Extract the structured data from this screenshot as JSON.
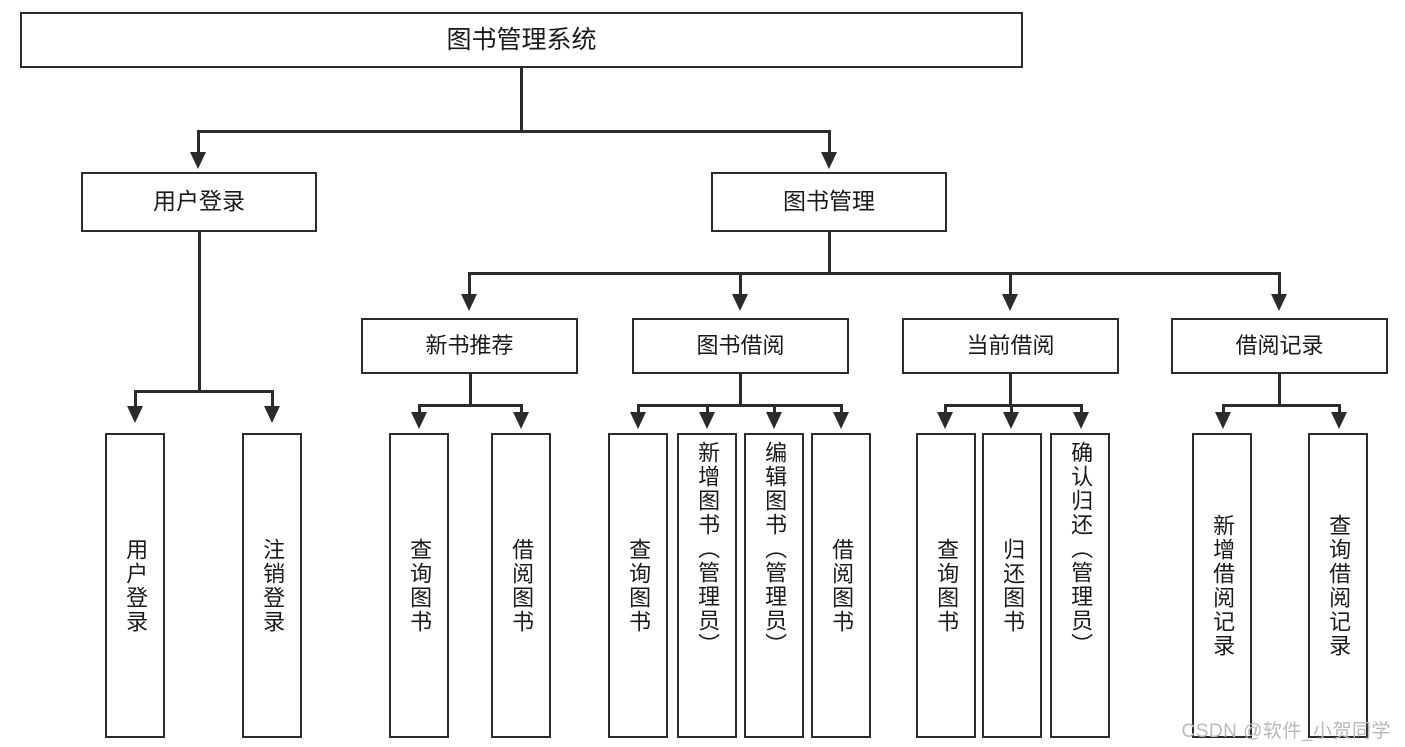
{
  "diagram": {
    "title": "图书管理系统",
    "type": "hierarchy-tree",
    "watermark": "CSDN @软件_小贺同学"
  },
  "root": {
    "label": "图书管理系统"
  },
  "level2": [
    {
      "label": "用户登录"
    },
    {
      "label": "图书管理"
    }
  ],
  "level3": [
    {
      "label": "新书推荐"
    },
    {
      "label": "图书借阅"
    },
    {
      "label": "当前借阅"
    },
    {
      "label": "借阅记录"
    }
  ],
  "leaves": {
    "user_login": [
      {
        "label": "用户登录"
      },
      {
        "label": "注销登录"
      }
    ],
    "new_book_recommend": [
      {
        "label": "查询图书"
      },
      {
        "label": "借阅图书"
      }
    ],
    "book_borrow": [
      {
        "label": "查询图书"
      },
      {
        "label": "新增图书（管理员）"
      },
      {
        "label": "编辑图书（管理员）"
      },
      {
        "label": "借阅图书"
      }
    ],
    "current_borrow": [
      {
        "label": "查询图书"
      },
      {
        "label": "归还图书"
      },
      {
        "label": "确认归还（管理员）"
      }
    ],
    "borrow_record": [
      {
        "label": "新增借阅记录"
      },
      {
        "label": "查询借阅记录"
      }
    ]
  },
  "colors": {
    "stroke": "#2b2b2b",
    "fill": "#ffffff",
    "text": "#1a1a1a",
    "watermark": "#b9b9b9"
  }
}
